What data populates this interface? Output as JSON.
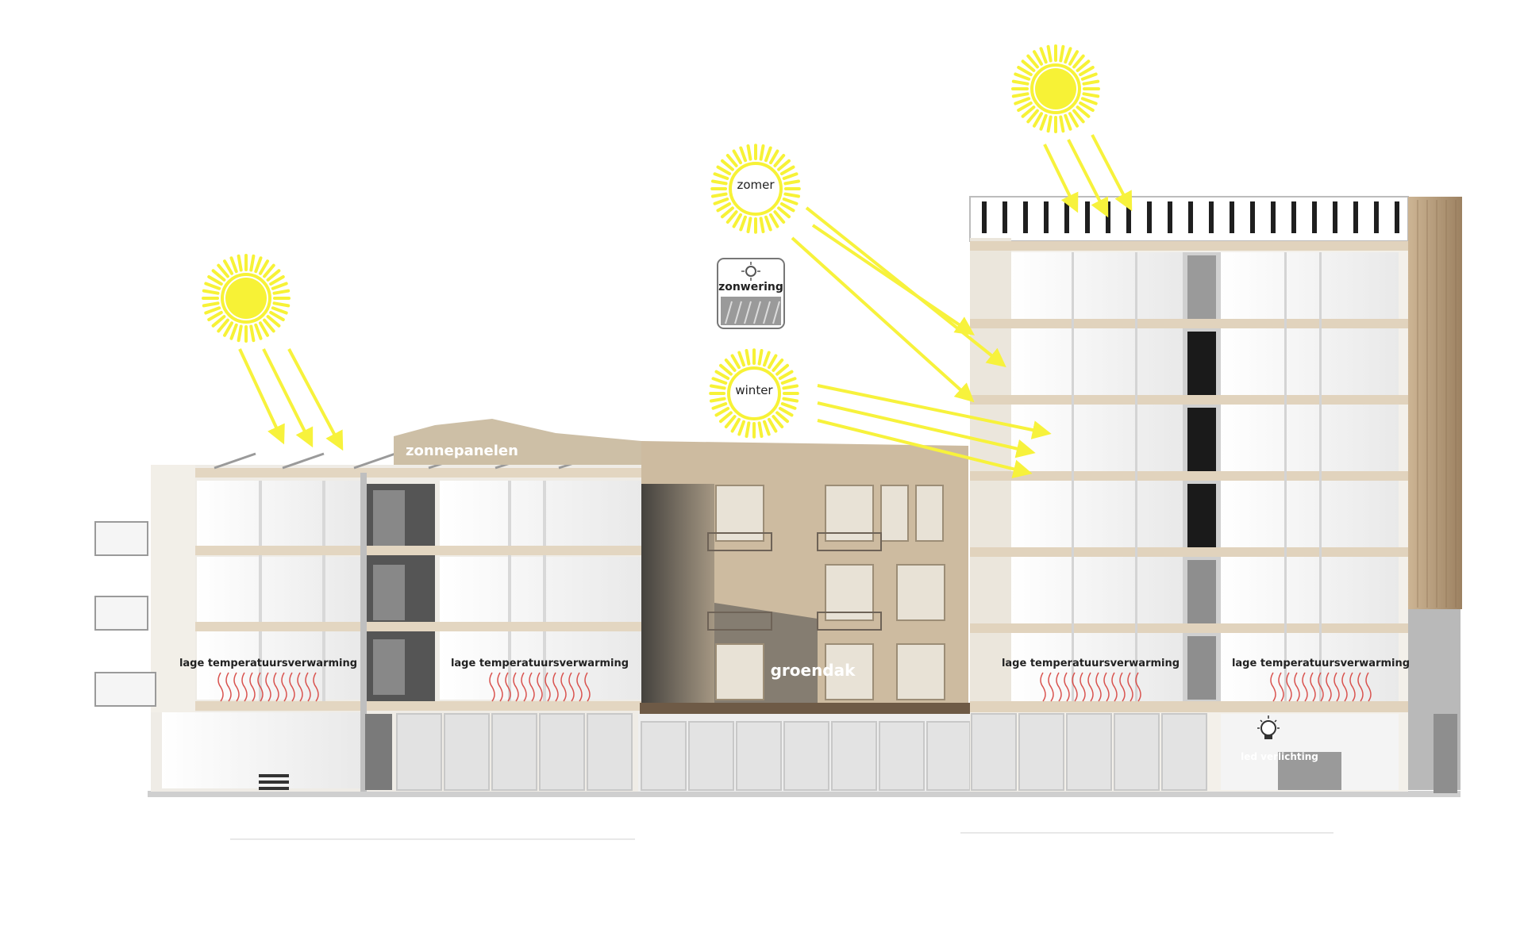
{
  "labels": {
    "summer": "zomer",
    "winter": "winter",
    "shading": "zonwering",
    "solar_panels": "zonnepanelen",
    "green_roof": "groendak",
    "floor_heating": "lage temperatuursverwarming",
    "led_lighting": "led verlichting"
  },
  "colors": {
    "sun": "#f7f236",
    "sun_arrow": "#f7f23c",
    "heat_wave": "#d9534f",
    "building_wall": "#d9c7ad",
    "courtyard_facade": "#c9b79d",
    "timber_cladding": "#b79a78",
    "floor_slab": "#e6dccb",
    "room_fill": "#f7f7f7",
    "shadow": "#3a3a3a"
  },
  "icons": {
    "sun": "sun-icon",
    "shading_badge": "shading-icon",
    "heat_wave": "heat-wave-icon",
    "lightbulb": "lightbulb-icon"
  }
}
